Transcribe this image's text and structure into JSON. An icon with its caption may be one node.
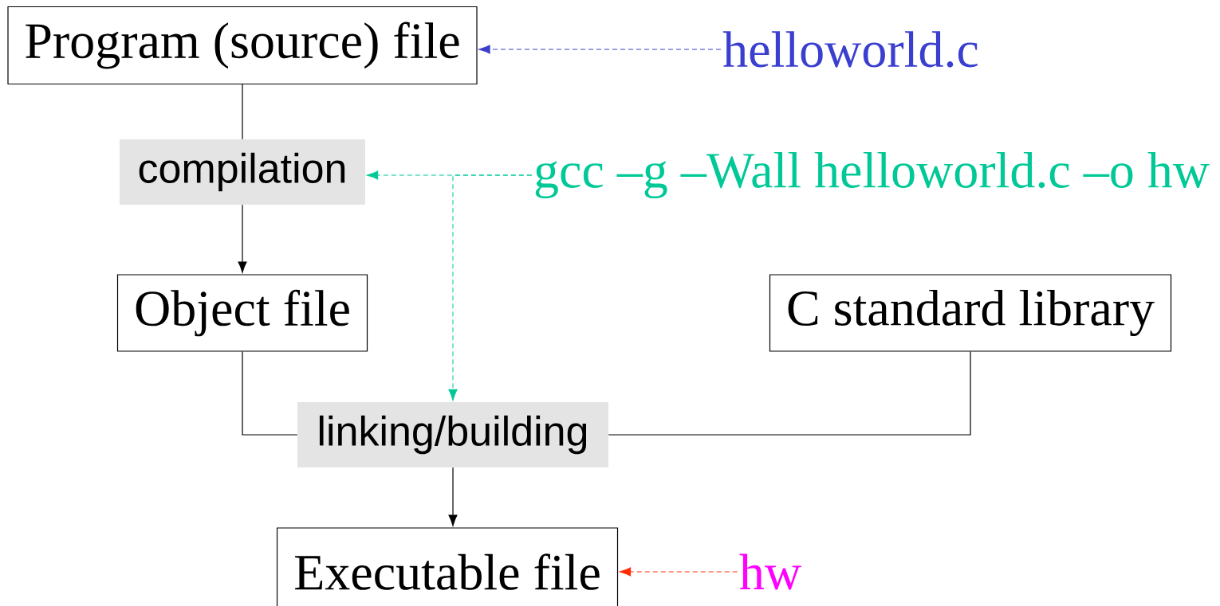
{
  "diagram": {
    "nodes": [
      {
        "text": [
          "Program (source) file"
        ]
      },
      {
        "text": [
          "compilation"
        ]
      },
      {
        "text": [
          "Object file"
        ]
      },
      {
        "text": [
          "C standard library"
        ]
      },
      {
        "text": [
          "linking/building"
        ]
      },
      {
        "text": [
          "Executable file"
        ]
      },
      {
        "text": [
          "helloworld.c"
        ]
      },
      {
        "text": [
          "gcc –g –Wall helloworld.c –o hw"
        ]
      },
      {
        "text": [
          "hw"
        ]
      }
    ],
    "edges": [
      {
        "from": 0,
        "to": 1,
        "arrow": "none"
      },
      {
        "from": 1,
        "to": 2,
        "arrow": "to"
      },
      {
        "from": 2,
        "to": 4,
        "arrow": "none"
      },
      {
        "from": 3,
        "to": 4,
        "arrow": "none"
      },
      {
        "from": 4,
        "to": 5,
        "arrow": "to"
      },
      {
        "from": 6,
        "to": 0,
        "arrow": "to",
        "style": "dashed",
        "color": "#3b3fcf"
      },
      {
        "from": 7,
        "to": 1,
        "arrow": "to",
        "style": "dashed",
        "color": "#00c896"
      },
      {
        "from": 7,
        "to": 4,
        "arrow": "to",
        "style": "dashed",
        "color": "#00c896"
      },
      {
        "from": 8,
        "to": 5,
        "arrow": "to",
        "style": "dashed",
        "color": "#ff2a00"
      }
    ]
  }
}
